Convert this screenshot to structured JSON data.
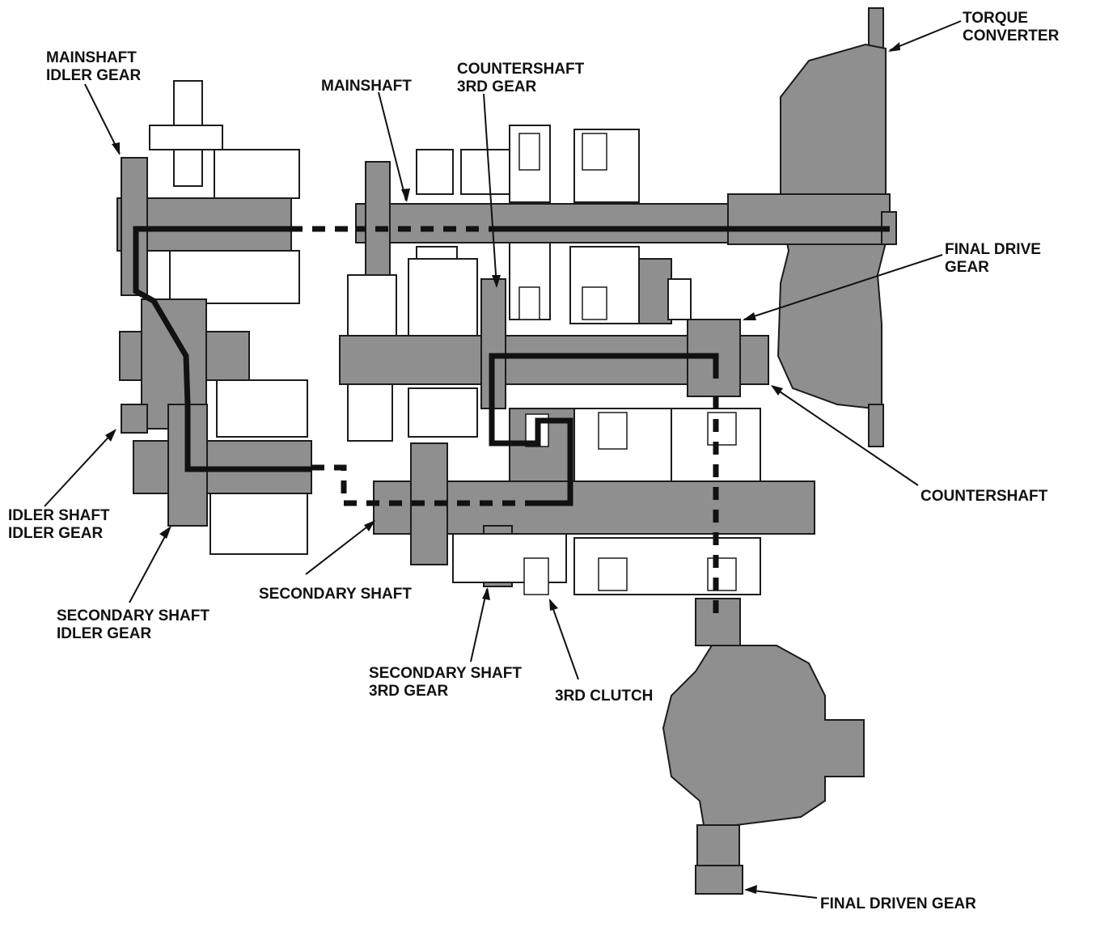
{
  "labels": {
    "torque_converter": [
      "TORQUE",
      "CONVERTER"
    ],
    "mainshaft_idler_gear": [
      "MAINSHAFT",
      "IDLER GEAR"
    ],
    "mainshaft": [
      "MAINSHAFT"
    ],
    "countershaft_3rd_gear": [
      "COUNTERSHAFT",
      "3RD GEAR"
    ],
    "final_drive_gear": [
      "FINAL DRIVE",
      "GEAR"
    ],
    "countershaft": [
      "COUNTERSHAFT"
    ],
    "idler_shaft_idler_gear": [
      "IDLER SHAFT",
      "IDLER GEAR"
    ],
    "secondary_shaft": [
      "SECONDARY SHAFT"
    ],
    "secondary_shaft_idler_gear": [
      "SECONDARY SHAFT",
      "IDLER GEAR"
    ],
    "secondary_shaft_3rd_gear": [
      "SECONDARY SHAFT",
      "3RD GEAR"
    ],
    "third_clutch": [
      "3RD CLUTCH"
    ],
    "final_driven_gear": [
      "FINAL DRIVEN GEAR"
    ]
  },
  "colors": {
    "part_fill": "#8f8f8f",
    "outline": "#1c1c1c",
    "power_path": "#111111",
    "background": "#ffffff"
  }
}
